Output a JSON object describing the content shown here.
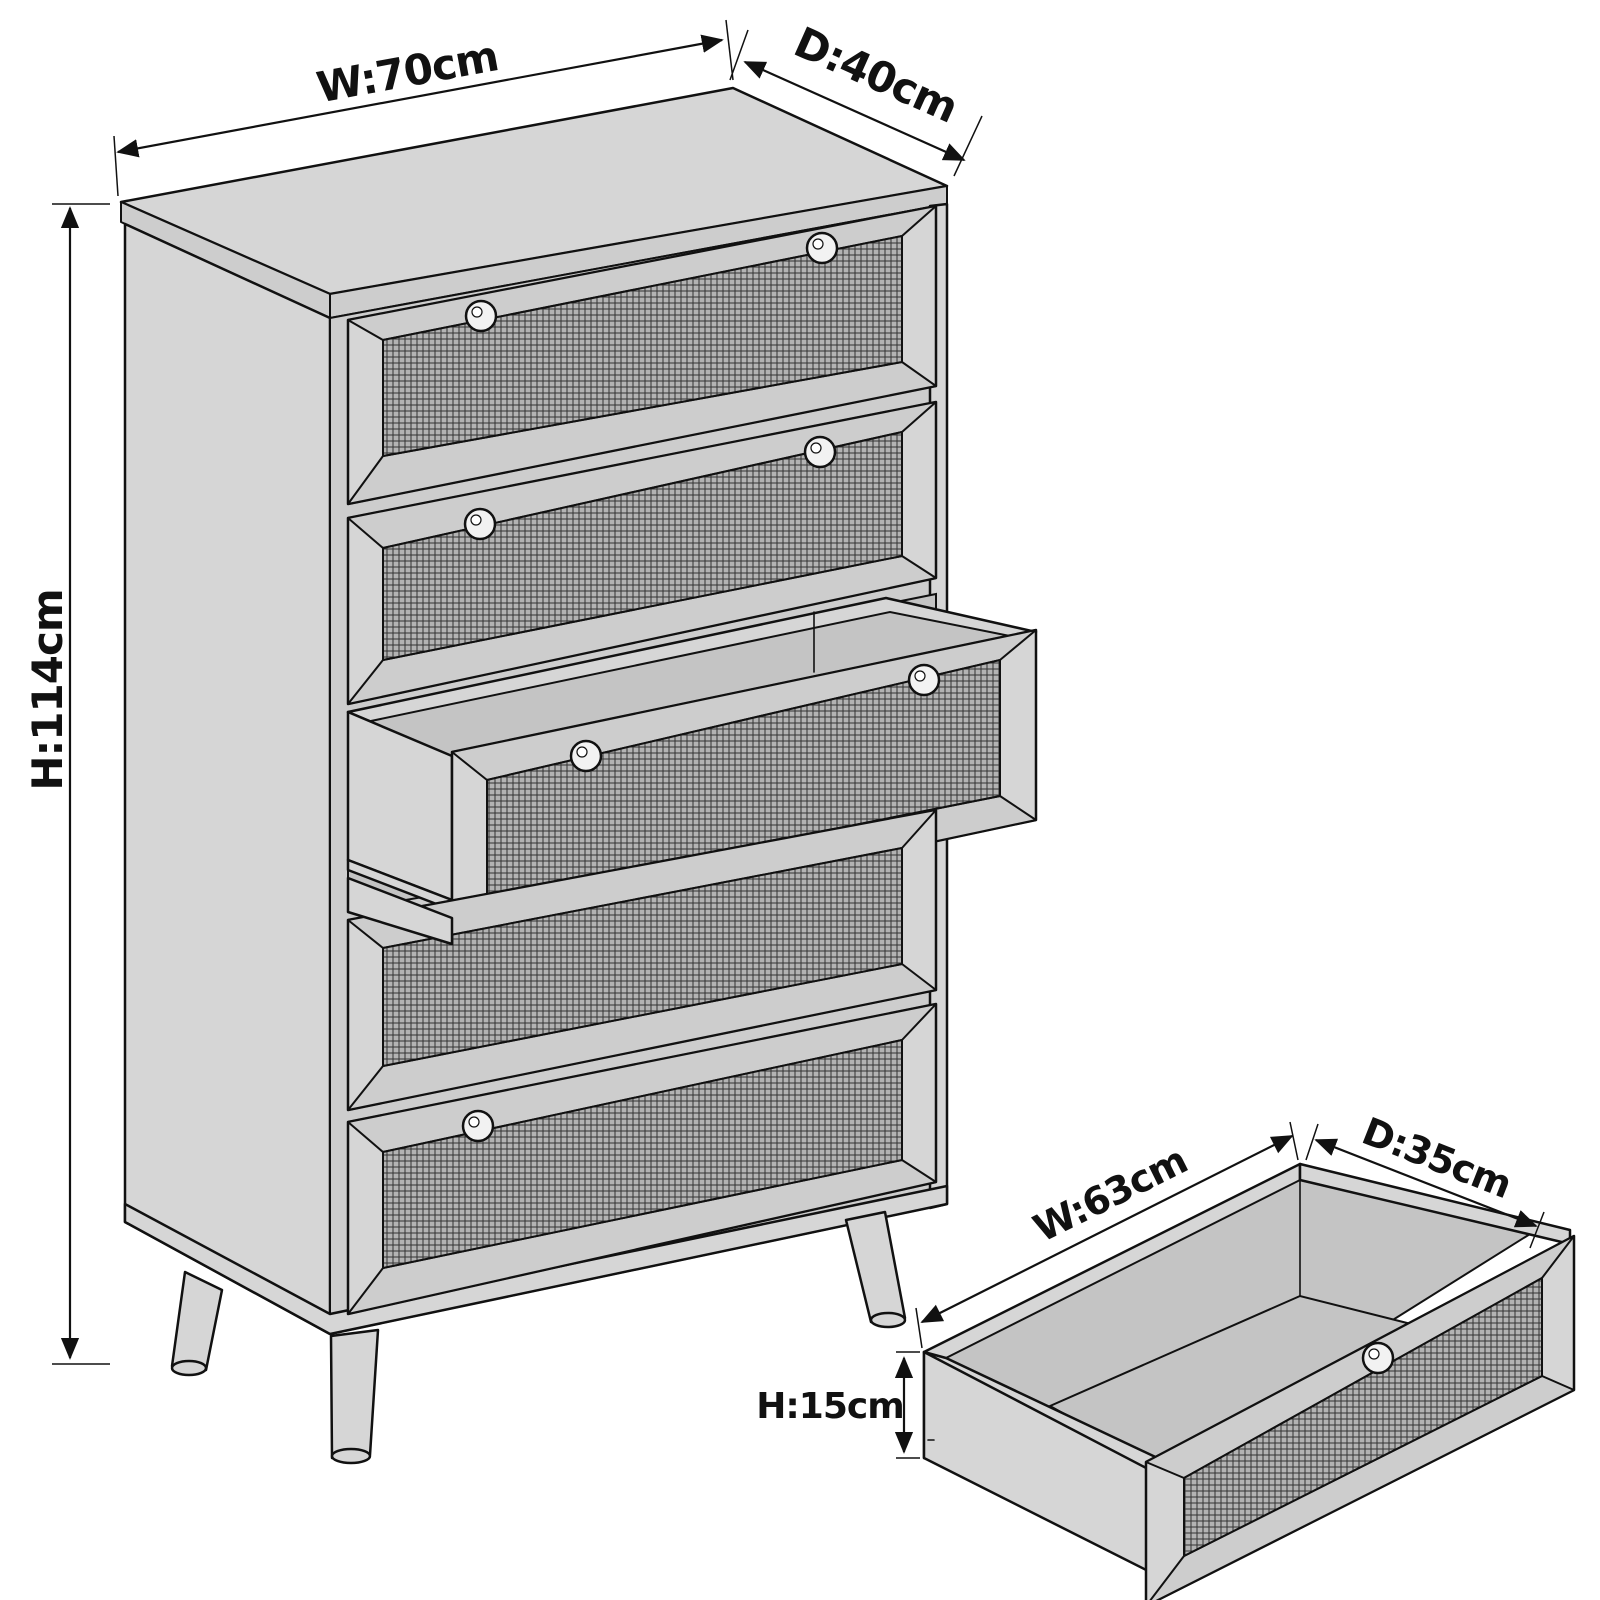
{
  "dimensions": {
    "dresser": {
      "width": "W:70cm",
      "depth": "D:40cm",
      "height": "H:114cm"
    },
    "drawer": {
      "width": "W:63cm",
      "depth": "D:35cm",
      "height": "H:15cm"
    }
  },
  "colors": {
    "line": "#111111",
    "panel": "#d6d6d6",
    "cane": "#9a9a9a",
    "background": "#ffffff"
  }
}
